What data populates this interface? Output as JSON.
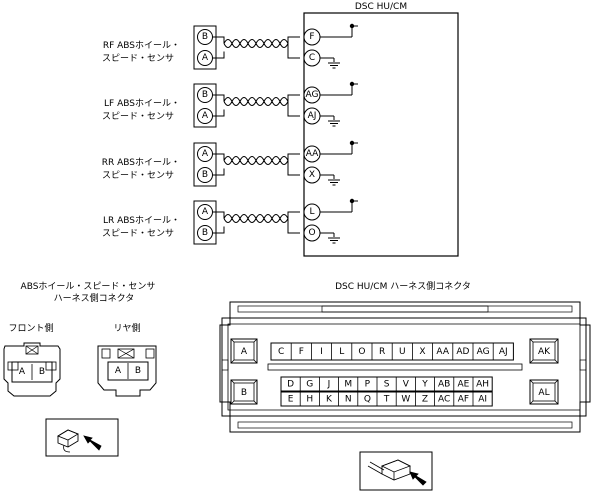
{
  "module_title": "DSC HU/CM",
  "sensors": [
    {
      "label_line1": "RF ABSホイール・",
      "label_line2": "スピード・センサ",
      "top_pin": "B",
      "bottom_pin": "A",
      "module_top_pin": "F",
      "module_bottom_pin": "C"
    },
    {
      "label_line1": "LF ABSホイール・",
      "label_line2": "スピード・センサ",
      "top_pin": "B",
      "bottom_pin": "A",
      "module_top_pin": "AG",
      "module_bottom_pin": "AJ"
    },
    {
      "label_line1": "RR ABSホイール・",
      "label_line2": "スピード・センサ",
      "top_pin": "A",
      "bottom_pin": "B",
      "module_top_pin": "AA",
      "module_bottom_pin": "X"
    },
    {
      "label_line1": "LR ABSホイール・",
      "label_line2": "スピード・センサ",
      "top_pin": "A",
      "bottom_pin": "B",
      "module_top_pin": "L",
      "module_bottom_pin": "O"
    }
  ],
  "sensor_connector": {
    "title_line1": "ABSホイール・スピード・センサ",
    "title_line2": "ハーネス側コネクタ",
    "front_label": "フロント側",
    "rear_label": "リヤ側",
    "pins": [
      "A",
      "B"
    ]
  },
  "module_connector": {
    "title": "DSC HU/CM ハーネス側コネクタ",
    "left_pins": [
      "A",
      "B"
    ],
    "right_pins": [
      "AK",
      "AL"
    ],
    "top_row": [
      "C",
      "F",
      "I",
      "L",
      "O",
      "R",
      "U",
      "X",
      "AA",
      "AD",
      "AG",
      "AJ"
    ],
    "middle_row": [
      "D",
      "G",
      "J",
      "M",
      "P",
      "S",
      "V",
      "Y",
      "AB",
      "AE",
      "AH"
    ],
    "bottom_row": [
      "E",
      "H",
      "K",
      "N",
      "Q",
      "T",
      "W",
      "Z",
      "AC",
      "AF",
      "AI"
    ]
  }
}
